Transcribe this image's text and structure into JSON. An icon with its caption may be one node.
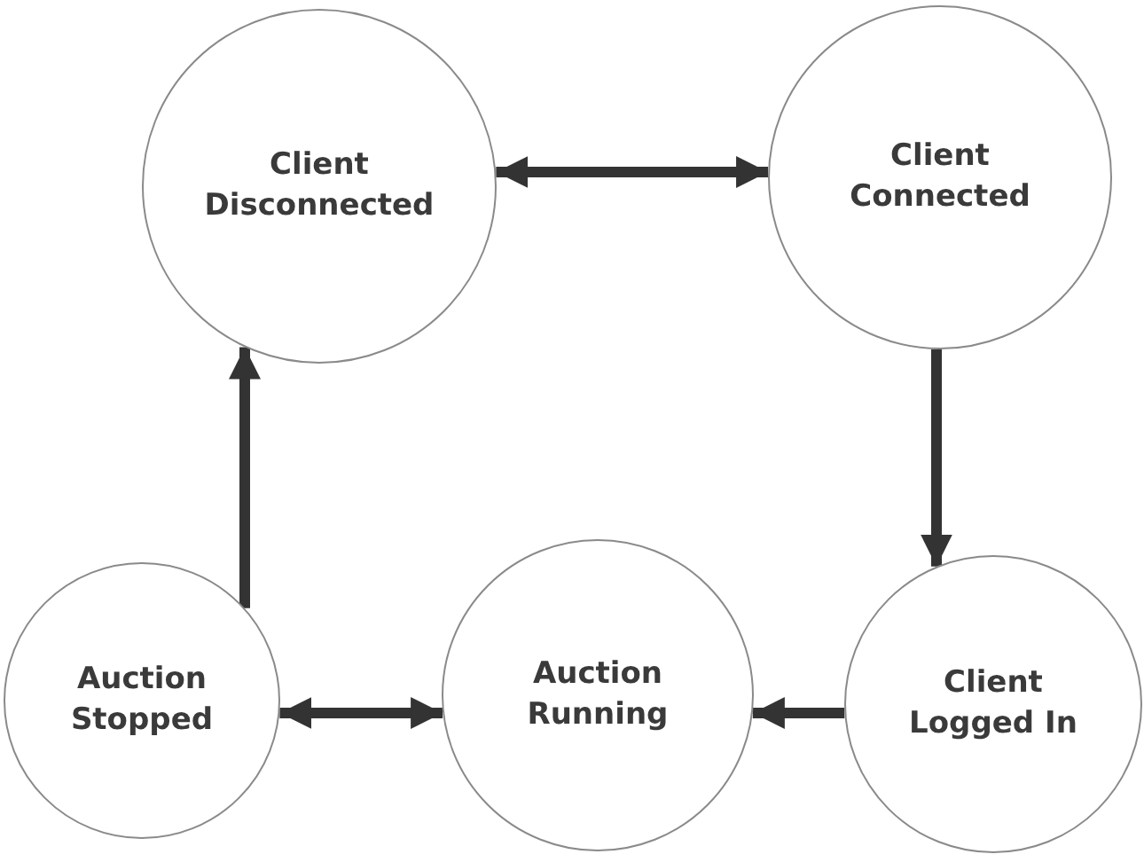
{
  "diagram": {
    "nodes": [
      {
        "text": [
          "Client Disconnected"
        ]
      },
      {
        "text": [
          "Client Connected"
        ]
      },
      {
        "text": [
          "Client Logged In"
        ]
      },
      {
        "text": [
          "Auction Running"
        ]
      },
      {
        "text": [
          "Auction Stopped"
        ]
      }
    ],
    "edges": [
      {
        "from": 0,
        "to": 1,
        "arrow": "both"
      },
      {
        "from": 1,
        "to": 2,
        "arrow": "to"
      },
      {
        "from": 2,
        "to": 3,
        "arrow": "to"
      },
      {
        "from": 4,
        "to": 3,
        "arrow": "both"
      },
      {
        "from": 4,
        "to": 0,
        "arrow": "to"
      }
    ]
  }
}
